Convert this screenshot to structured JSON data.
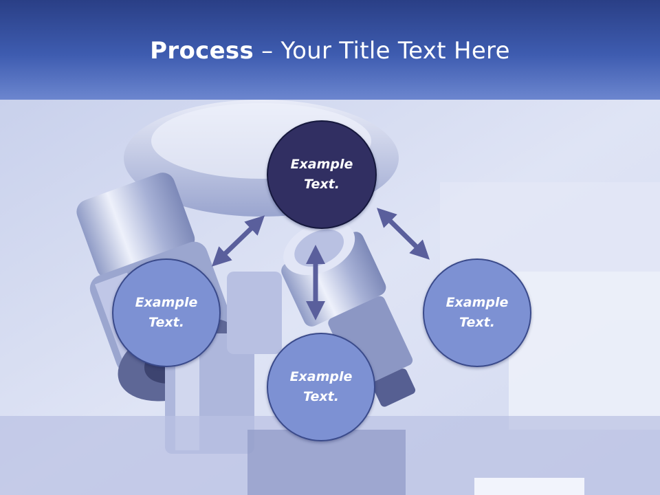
{
  "title": {
    "bold": "Process",
    "rest": " – Your Title Text Here"
  },
  "nodes": {
    "top": "Example\nText.",
    "left": "Example\nText.",
    "right": "Example\nText.",
    "bottom": "Example\nText."
  },
  "colors": {
    "header_dark": "#2a3f86",
    "header_light": "#6c86cf",
    "node_dark": "#312f62",
    "node_light": "#7d91d3",
    "arrow": "#5a5f9c"
  }
}
